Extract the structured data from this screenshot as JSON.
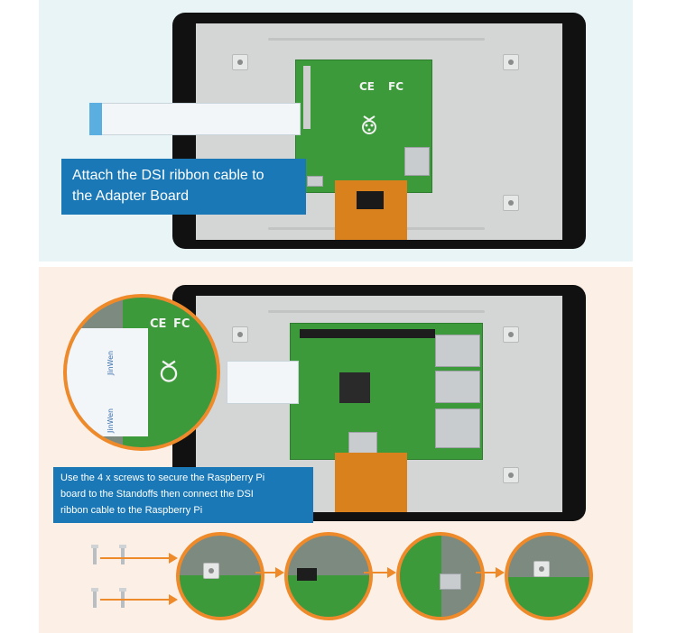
{
  "steps": [
    {
      "id": "step-1",
      "caption_lines": [
        "Attach the DSI ribbon cable to",
        "the Adapter Board"
      ]
    },
    {
      "id": "step-2",
      "caption_lines": [
        "Use the 4 x screws to secure the Raspberry Pi",
        "board to the Standoffs then connect the DSI",
        "ribbon cable to the Raspberry Pi"
      ]
    }
  ],
  "markings": {
    "fcc": "FC",
    "ce": "CE",
    "ribbon_brand": "JinWen"
  },
  "icons": [
    "raspberry-pi-logo-icon",
    "screw-icon",
    "arrow-right-icon"
  ],
  "colors": {
    "callout_blue": "#1a78b6",
    "accent_orange": "#ee8a2a",
    "pcb_green": "#3d9a3a",
    "top_bg": "#e9f4f7",
    "bottom_bg": "#fbefe6"
  }
}
